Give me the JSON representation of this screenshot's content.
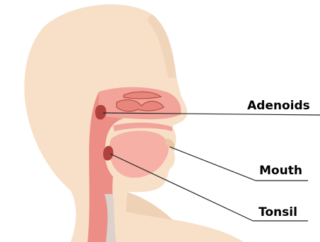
{
  "labels": {
    "adenoids": "Adenoids",
    "mouth": "Mouth",
    "tonsil": "Tonsil"
  },
  "colors": {
    "skin": "#f8e0c8",
    "skin_shadow": "#e9c7a6",
    "cavity": "#f2a39a",
    "cavity_dark": "#e8867c",
    "airway": "#ec8e86",
    "tissue_dark": "#b0423e",
    "tissue_mid": "#d4605c",
    "tongue": "#f6b0a5",
    "throat_grey": "#dcd2cc",
    "leader_line": "#222222"
  }
}
